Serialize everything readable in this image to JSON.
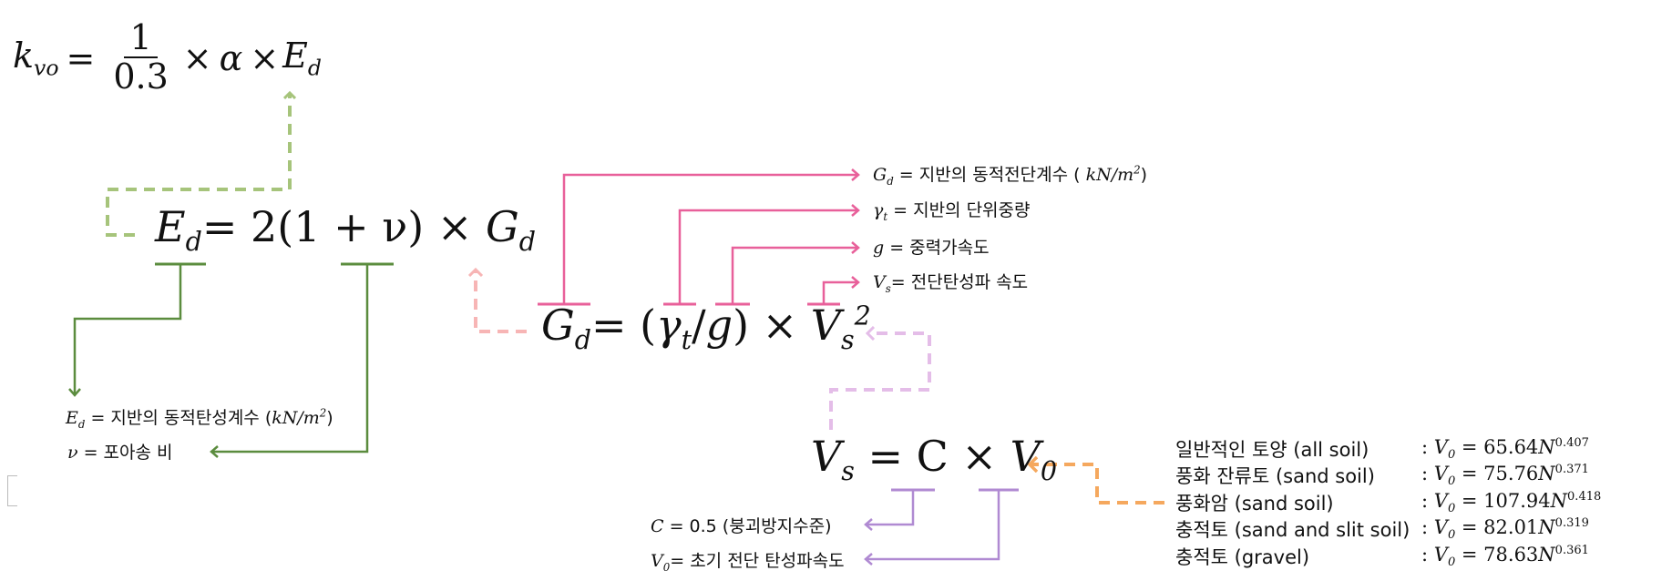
{
  "eq_kvo": {
    "lhs": "k",
    "lhs_sub": "vo",
    "eq": "=",
    "num": "1",
    "den": "0.3",
    "times1": "×",
    "alpha": "α",
    "times2": "×",
    "E": "E",
    "E_sub": "d"
  },
  "eq_Ed": {
    "lhs": "E",
    "lhs_sub": "d",
    "rhs": "= 2(1 + ν) × ",
    "G": "G",
    "G_sub": "d"
  },
  "eq_Gd": {
    "lhs": "G",
    "lhs_sub": "d",
    "eq": "= (",
    "gamma": "γ",
    "gamma_sub": "t",
    "slash": "/",
    "g": "g",
    "close": ") × ",
    "V": "V",
    "V_sub": "s",
    "V_sup": "2"
  },
  "eq_Vs": {
    "lhs": "V",
    "lhs_sub": "s",
    "mid": " = C × ",
    "V0": "V",
    "V0_sub": "0"
  },
  "def_Ed": {
    "E": "E",
    "E_sub": "d",
    "text": " = 지반의 동적탄성계수 (",
    "unit": "kN/m",
    "unit_sup": "2",
    "close": ")"
  },
  "def_nu": {
    "sym": "ν",
    "text": "  = 포아송 비"
  },
  "def_Gd": {
    "G": "G",
    "G_sub": "d",
    "text": " = 지반의 동적전단계수 ( ",
    "unit": "kN/m",
    "unit_sup": "2",
    "close": ")"
  },
  "def_gamma": {
    "sym": "γ",
    "sub": "t",
    "text": " = 지반의 단위중량"
  },
  "def_g": {
    "sym": "g",
    "text": " = 중력가속도"
  },
  "def_Vs": {
    "sym": "V",
    "sub": "s",
    "text": "= 전단탄성파 속도"
  },
  "def_C": {
    "sym": "C",
    "text": " = 0.5 (붕괴방지수준)"
  },
  "def_V0": {
    "sym": "V",
    "sub": "0",
    "text": "= 초기 전단 탄성파속도"
  },
  "soil_table": [
    {
      "name": "일반적인 토양 (all soil)",
      "coef": "65.64",
      "exp": "0.407"
    },
    {
      "name": "풍화 잔류토 (sand soil)",
      "coef": "75.76",
      "exp": "0.371"
    },
    {
      "name": "풍화암 (sand soil)",
      "coef": "107.94",
      "exp": "0.418"
    },
    {
      "name": "충적토 (sand and slit soil)",
      "coef": "82.01",
      "exp": "0.319"
    },
    {
      "name": "충적토 (gravel)",
      "coef": "78.63",
      "exp": "0.361"
    }
  ],
  "soil_symbols": {
    "colon": ": ",
    "V": "V",
    "V_sub": "0",
    "eq": " = ",
    "N": "N"
  },
  "colors": {
    "green_dashed": "#a6c47b",
    "green_solid": "#5b8c3e",
    "pink_solid": "#e8609a",
    "pink_light_dashed": "#f7b5b5",
    "lavender_dashed": "#e4bde8",
    "purple_solid": "#b08ad2",
    "orange_dashed": "#f5a85e"
  }
}
